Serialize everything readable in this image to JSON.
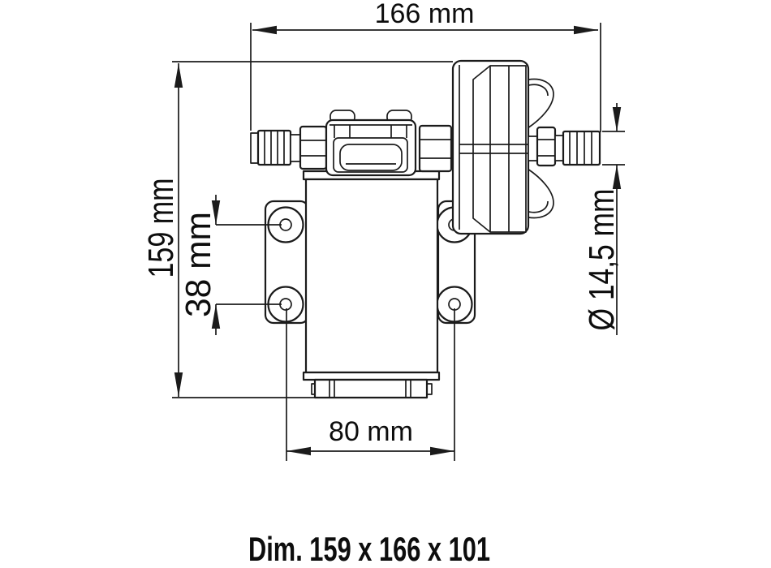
{
  "page": {
    "background_color": "#ffffff",
    "line_color": "#1b1b1b",
    "text_color": "#0d0d0d"
  },
  "drawing": {
    "type": "technical-dimension-drawing",
    "subject": "self-priming gear pump, side view with hose barb ports, mounting feet and motor",
    "labels": {
      "overall_width": "166 mm",
      "overall_height": "159 mm",
      "mounting_hole_spacing": "38 mm",
      "port_diameter": "Ø 14,5 mm",
      "foot_spacing": "80 mm"
    },
    "caption": "Dim. 159 x 166 x 101"
  }
}
